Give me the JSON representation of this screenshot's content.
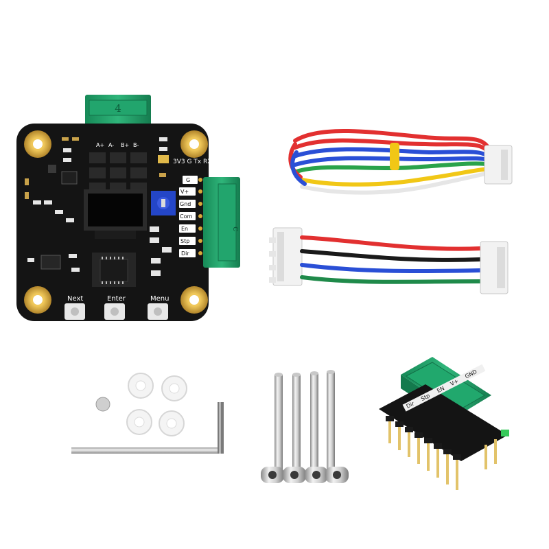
{
  "board": {
    "motor_connector_number": "4",
    "motor_pins": [
      "A+",
      "A-",
      "B+",
      "B-"
    ],
    "header_label": "3V3 G Tx RX",
    "side_pins": [
      "G",
      "V+",
      "Gnd",
      "Com",
      "En",
      "Stp",
      "Dir"
    ],
    "buttons": [
      "Next",
      "Enter",
      "Menu"
    ]
  },
  "adapter": {
    "pin_labels": [
      "Dir",
      "Stp",
      "EN",
      "V+",
      "GND"
    ]
  },
  "colors": {
    "pcb": "#141414",
    "connector_green": "#1f9e6a",
    "gold": "#d8a93a",
    "potentiometer": "#2446c8",
    "cable_red": "#e23030",
    "cable_blue": "#2a4fd6",
    "cable_green": "#2aa34a",
    "cable_yellow": "#f1c716"
  }
}
